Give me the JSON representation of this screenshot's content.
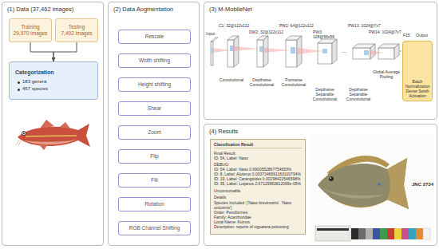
{
  "diagram": {
    "nodes": [
      {
        "text": [
          "(1) Data (37,462 images)"
        ]
      },
      {
        "text": [
          "Training",
          "29,970 images"
        ],
        "in": 0
      },
      {
        "text": [
          "Testing",
          "7,492 images"
        ],
        "in": 0
      },
      {
        "text": [
          "Categorization",
          "183 genera",
          "467 species"
        ],
        "in": 0
      },
      {
        "text": [
          "(2) Data Augmentation"
        ]
      },
      {
        "text": [
          "Rescale"
        ],
        "in": 4
      },
      {
        "text": [
          "Width shifting"
        ],
        "in": 4
      },
      {
        "text": [
          "Height shifting"
        ],
        "in": 4
      },
      {
        "text": [
          "Shear"
        ],
        "in": 4
      },
      {
        "text": [
          "Zoom"
        ],
        "in": 4
      },
      {
        "text": [
          "Flip"
        ],
        "in": 4
      },
      {
        "text": [
          "Fill"
        ],
        "in": 4
      },
      {
        "text": [
          "Rotation"
        ],
        "in": 4
      },
      {
        "text": [
          "RGB Channel Shifting"
        ],
        "in": 4
      },
      {
        "text": [
          "(3) M-MobileNet"
        ]
      },
      {
        "text": [
          "Batch Normalization Dense Swish Activation"
        ],
        "in": 14
      },
      {
        "text": [
          "(4) Results"
        ]
      },
      {
        "text": [
          "Classification Result",
          "Final Result:",
          "ID: 54, Label: Naso",
          "DEBUG:",
          "ID: 54, Label: Naso 0.9900552867754653%",
          "ID: 8, Label: Aluterus 0.0037346561163100794%",
          "ID: 19, Label: Carangoides 0.00298422546598%",
          "ID: 35, Label: Lutjanus 2.67129963812099e-05%",
          "Unconsumable",
          "Details",
          "Species Included: ['Naso brevirostris', 'Naso unicornis']",
          "Order: Perciformes",
          "Family: Acanthuridae",
          "Local Name: Kumos",
          "Description: reports of ciguatera poisoning"
        ],
        "in": 16
      }
    ],
    "edges": [
      {
        "from": 1,
        "to": 3,
        "arrow": "to"
      },
      {
        "from": 2,
        "to": 3,
        "arrow": "to"
      }
    ],
    "labels": [
      "Input",
      "C1: 32@112x112",
      "DW2: 32@112x112",
      "PW2: 64@112x112",
      "PW3: 128@56x56",
      "...",
      "PW13: 1024@7x7",
      "PW14: 1024@7x7",
      "F15",
      "Output",
      "Convolutional",
      "Depthwise Convolutional",
      "Pointwise Convolutional",
      "Depthwise Separable Convolutional",
      "Depthwise Separable Convolutional",
      "Global Average Pooling",
      "JNC 2734"
    ]
  }
}
